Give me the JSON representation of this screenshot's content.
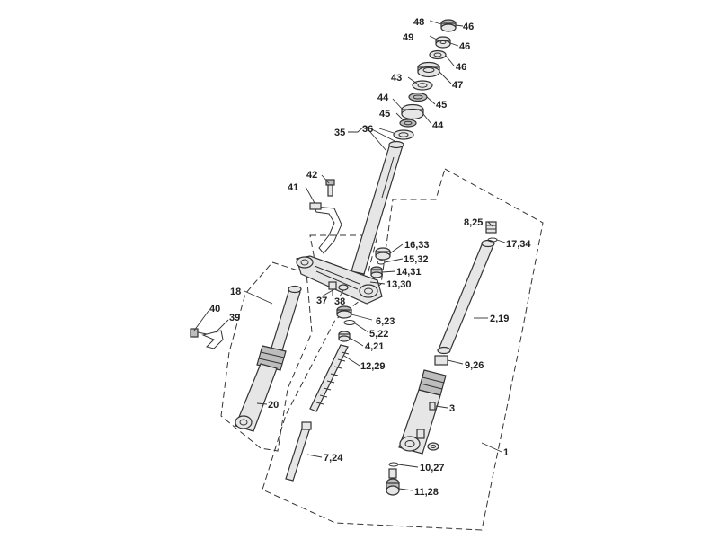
{
  "labels": {
    "l48": "48",
    "l46a": "46",
    "l49": "49",
    "l46b": "46",
    "l46c": "46",
    "l47": "47",
    "l43": "43",
    "l45a": "45",
    "l44a": "44",
    "l44b": "44",
    "l45b": "45",
    "l36": "36",
    "l35": "35",
    "l42": "42",
    "l41": "41",
    "l825": "8,25",
    "l1734": "17,34",
    "l1633": "16,33",
    "l1532": "15,32",
    "l1431": "14,31",
    "l1330": "13,30",
    "l18": "18",
    "l37": "37",
    "l38": "38",
    "l623": "6,23",
    "l522": "5,22",
    "l421": "4,21",
    "l40": "40",
    "l39": "39",
    "l219": "2,19",
    "l926": "9,26",
    "l1229": "12,29",
    "l20": "20",
    "l3": "3",
    "l1": "1",
    "l724": "7,24",
    "l1027": "10,27",
    "l1128": "11,28"
  }
}
